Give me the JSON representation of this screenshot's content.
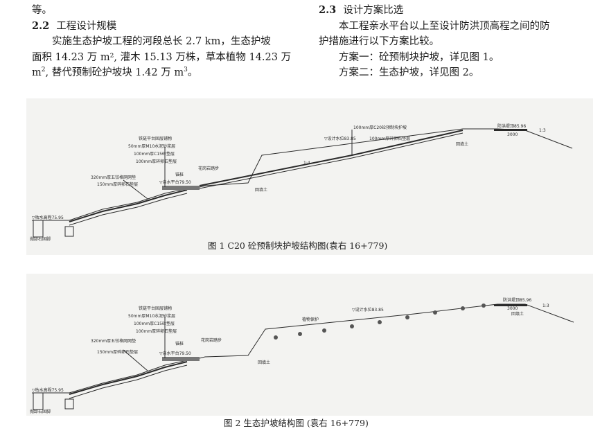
{
  "left_column": {
    "carry_text": "等。",
    "section_2_2": {
      "number": "2.2",
      "title": "工程设计规模"
    },
    "para_line1": "实施生态护坡工程的河段总长 2.7 km，生态护坡",
    "para_line2": "面积 14.23 万 m², 灌木 15.13 万株，草本植物 14.23 万",
    "para_line3_a": "m",
    "para_line3_sup1": "2",
    "para_line3_b": ", 替代预制砼护坡块 1.42 万 m",
    "para_line3_sup2": "3",
    "para_line3_c": "。"
  },
  "right_column": {
    "section_2_3": {
      "number": "2.3",
      "title": "设计方案比选"
    },
    "para_line1": "本工程亲水平台以上至设计防洪顶高程之间的防",
    "para_line2": "护措施进行以下方案比较。",
    "option1": "方案一：砼预制块护坡，详见图 1。",
    "option2": "方案二：生态护坡，详见图 2。"
  },
  "figure1": {
    "caption": "图 1  C20 砼预制块护坡结构图(袁右 16+779)",
    "labels": {
      "l_bank_top": "铁链平台固层铺物",
      "l_m10": "50mm厚M10水泥砂浆层",
      "l_c15": "100mm厚C15砼垫层",
      "l_gravel1": "100mm厚碎卵石垫层",
      "l_gabion": "320mm厚五铰格网网垫",
      "l_gravel2": "150mm厚碎卵石垫层",
      "l_lowwater": "▽枯水高程75.95",
      "l_toe": "抛卸石固脚",
      "l_berm": "▽亲水平台79.50",
      "l_anchor": "锚桩",
      "l_flower": "花岗岩踏步",
      "l_fill1": "回填土",
      "l_c20": "100mm厚C20砼预制块护坡",
      "l_design_water": "▽设计水位83.85",
      "l_gravel3": "100mm厚碎卵石垫层",
      "l_fill2": "回填土",
      "l_crest": "防洪堤顶85.96",
      "l_width": "3000",
      "l_slope1": "1:4",
      "l_slope2": "1:3"
    }
  },
  "figure2": {
    "caption": "图 2  生态护坡结构图  (袁右 16+779)",
    "labels": {
      "l_bank_top": "铁链平台固层铺物",
      "l_m10": "50mm厚M10水泥砂浆层",
      "l_c15": "100mm厚C15砼垫层",
      "l_gravel1": "100mm厚碎卵石垫层",
      "l_gabion": "320mm厚五铰格网网垫",
      "l_gravel2": "150mm厚碎卵石垫层",
      "l_lowwater": "▽枯水高程75.95",
      "l_toe": "抛卸石固脚",
      "l_berm": "▽亲水平台79.50",
      "l_anchor": "锚桩",
      "l_flower": "花岗岩踏步",
      "l_fill1": "回填土",
      "l_planting": "植物保护",
      "l_design_water": "▽设计水位83.85",
      "l_crest": "防洪堤顶85.96",
      "l_width": "3000",
      "l_fill2": "回填土",
      "l_slope2": "1:3"
    }
  }
}
